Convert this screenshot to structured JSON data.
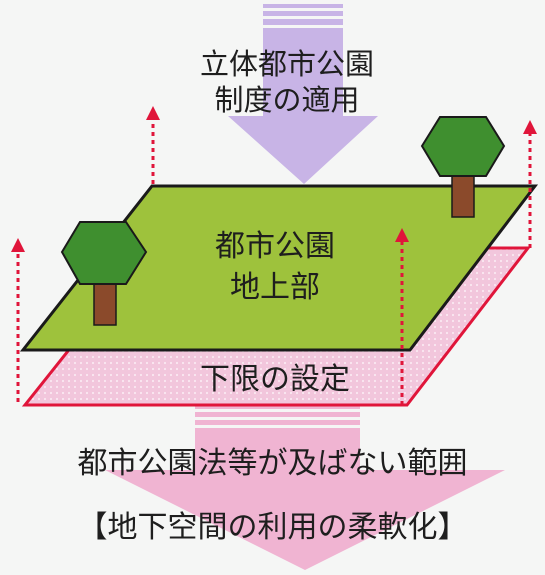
{
  "diagram": {
    "top_label": {
      "line1": "立体都市公園",
      "line2": "制度の適用"
    },
    "park_label": {
      "line1": "都市公園",
      "line2": "地上部"
    },
    "lower_limit_label": "下限の設定",
    "bottom_label": {
      "line1": "都市公園法等が及ばない範囲",
      "line2": "【地下空間の利用の柔軟化】"
    },
    "colors": {
      "background": "#f5f6f5",
      "top_arrow": "#c8b4e6",
      "park_surface": "#9ec23c",
      "park_outline": "#1a1a1a",
      "underground_plane": "#f0c2d8",
      "underground_outline": "#e0153a",
      "bottom_arrow": "#f0b4d2",
      "tree_foliage": "#3f8f2f",
      "tree_trunk": "#8b4a2b",
      "height_marker": "#e0153a"
    }
  }
}
